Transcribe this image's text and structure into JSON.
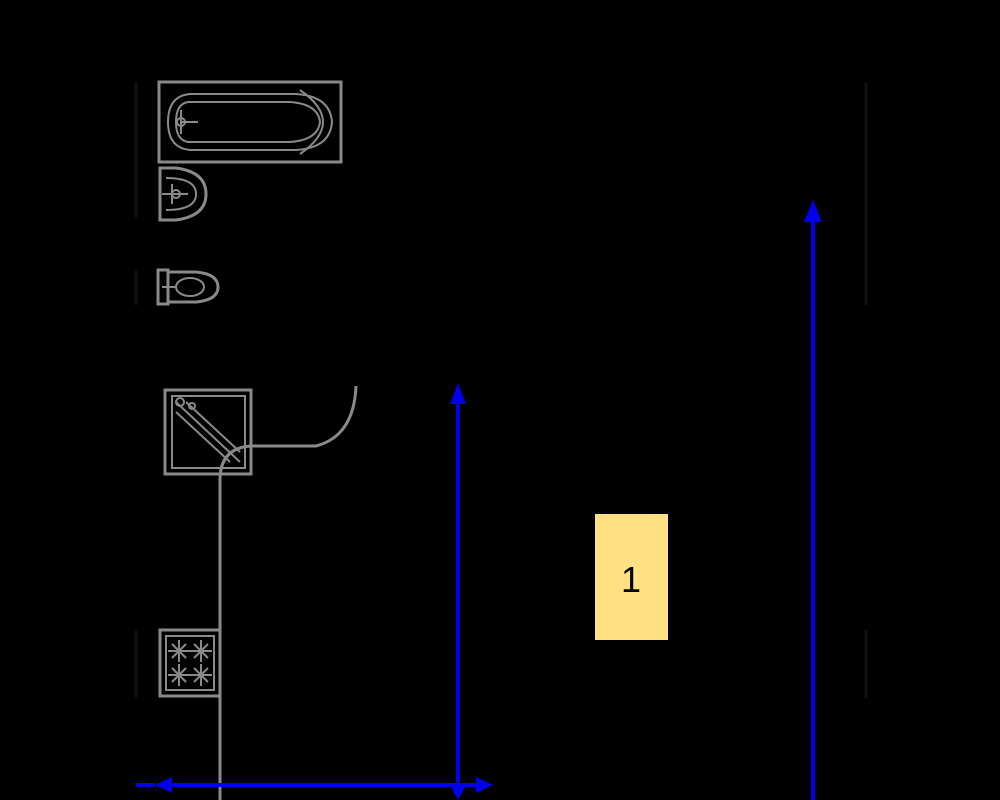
{
  "colors": {
    "background": "#000000",
    "fixture_stroke": "#8a8a8a",
    "dimension_line": "#0000ee",
    "room_tag_fill": "#ffe082",
    "room_tag_text": "#000000"
  },
  "room_tag": {
    "number": "1"
  },
  "fixtures": [
    "bathtub",
    "wash-basin",
    "toilet",
    "shower-cabin",
    "door-swing",
    "kitchen-stove"
  ],
  "dimension_lines": [
    "horizontal-bottom",
    "vertical-center",
    "vertical-right"
  ]
}
